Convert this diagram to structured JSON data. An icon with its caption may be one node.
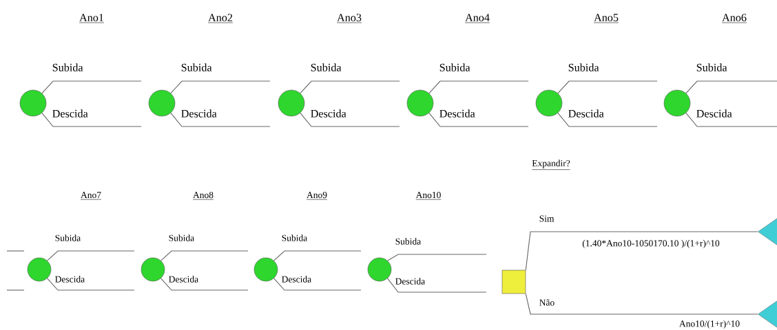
{
  "diagram": {
    "nodes": [
      {
        "text": [],
        "shape": "circle"
      },
      {
        "text": [],
        "shape": "circle"
      },
      {
        "text": [],
        "shape": "circle"
      },
      {
        "text": [],
        "shape": "circle"
      },
      {
        "text": [],
        "shape": "circle"
      },
      {
        "text": [],
        "shape": "circle"
      },
      {
        "text": [],
        "shape": "circle"
      },
      {
        "text": [],
        "shape": "circle"
      },
      {
        "text": [],
        "shape": "circle"
      },
      {
        "text": [],
        "shape": "circle"
      },
      {
        "text": [],
        "shape": "box"
      },
      {
        "text": [],
        "shape": "triangle"
      },
      {
        "text": [],
        "shape": "triangle"
      }
    ],
    "edges": [
      {
        "from": 0,
        "to": null,
        "arrow": "none",
        "label": "Subida"
      },
      {
        "from": 0,
        "to": null,
        "arrow": "none",
        "label": "Descida"
      },
      {
        "from": 1,
        "to": null,
        "arrow": "none",
        "label": "Subida"
      },
      {
        "from": 1,
        "to": null,
        "arrow": "none",
        "label": "Descida"
      },
      {
        "from": 2,
        "to": null,
        "arrow": "none",
        "label": "Subida"
      },
      {
        "from": 2,
        "to": null,
        "arrow": "none",
        "label": "Descida"
      },
      {
        "from": 3,
        "to": null,
        "arrow": "none",
        "label": "Subida"
      },
      {
        "from": 3,
        "to": null,
        "arrow": "none",
        "label": "Descida"
      },
      {
        "from": 4,
        "to": null,
        "arrow": "none",
        "label": "Subida"
      },
      {
        "from": 4,
        "to": null,
        "arrow": "none",
        "label": "Descida"
      },
      {
        "from": 5,
        "to": null,
        "arrow": "none",
        "label": "Subida"
      },
      {
        "from": 5,
        "to": null,
        "arrow": "none",
        "label": "Descida"
      },
      {
        "from": 6,
        "to": null,
        "arrow": "none",
        "label": "Subida"
      },
      {
        "from": 6,
        "to": null,
        "arrow": "none",
        "label": "Descida"
      },
      {
        "from": 7,
        "to": null,
        "arrow": "none",
        "label": "Subida"
      },
      {
        "from": 7,
        "to": null,
        "arrow": "none",
        "label": "Descida"
      },
      {
        "from": 8,
        "to": null,
        "arrow": "none",
        "label": "Subida"
      },
      {
        "from": 8,
        "to": null,
        "arrow": "none",
        "label": "Descida"
      },
      {
        "from": 9,
        "to": null,
        "arrow": "none",
        "label": "Subida"
      },
      {
        "from": 9,
        "to": null,
        "arrow": "none",
        "label": "Descida"
      },
      {
        "from": 10,
        "to": 11,
        "arrow": "none",
        "label": "Sim"
      },
      {
        "from": 10,
        "to": 12,
        "arrow": "none",
        "label": "Não"
      }
    ],
    "labels": [
      "Ano1",
      "Ano2",
      "Ano3",
      "Ano4",
      "Ano5",
      "Ano6",
      "Expandir?",
      "Ano7",
      "Ano8",
      "Ano9",
      "Ano10",
      "(1.40*Ano10-1050170.10 )/(1+r)^10",
      "Ano10/(1+r)^10"
    ]
  }
}
